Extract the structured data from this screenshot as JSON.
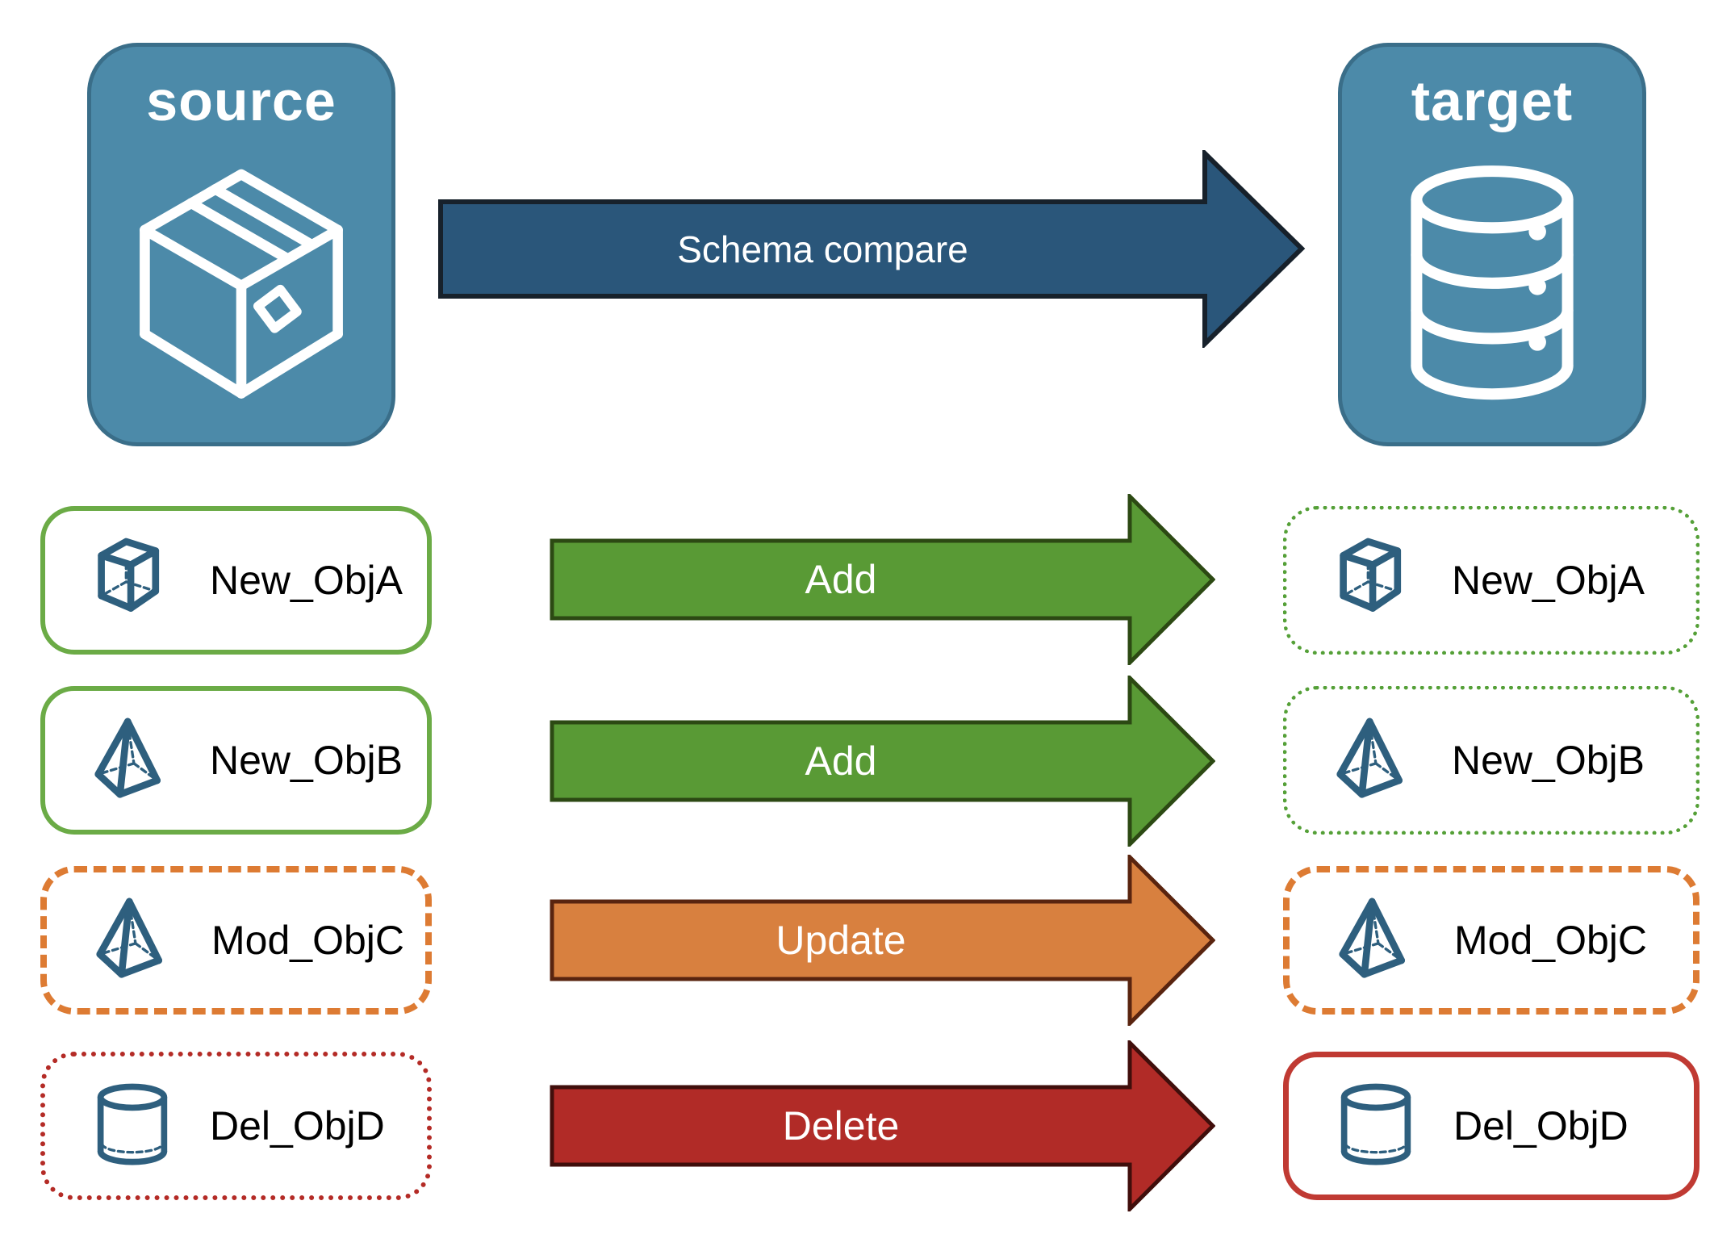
{
  "nodes": {
    "source": {
      "label": "source",
      "icon": "package-box"
    },
    "target": {
      "label": "target",
      "icon": "database"
    }
  },
  "schema_arrow": {
    "label": "Schema compare"
  },
  "rows": [
    {
      "object": "New_ObjA",
      "icon": "cube",
      "action": "Add",
      "source_border": "solid-green",
      "target_border": "dotted-green"
    },
    {
      "object": "New_ObjB",
      "icon": "pyramid",
      "action": "Add",
      "source_border": "solid-green",
      "target_border": "dotted-green"
    },
    {
      "object": "Mod_ObjC",
      "icon": "pyramid",
      "action": "Update",
      "source_border": "dashed-orange",
      "target_border": "dashed-orange"
    },
    {
      "object": "Del_ObjD",
      "icon": "cylinder",
      "action": "Delete",
      "source_border": "dotted-red",
      "target_border": "solid-red"
    }
  ],
  "colors": {
    "background": "#FFFFFF",
    "node_fill": "#4C8AA9",
    "node_border": "#3A6E89",
    "node_glyph": "#FFFFFF",
    "schema_arrow_fill": "#2A567A",
    "schema_arrow_border": "#17212B",
    "add_arrow_fill": "#599A35",
    "add_arrow_border": "#2C4913",
    "update_arrow_fill": "#D8803F",
    "update_arrow_border": "#59240F",
    "delete_arrow_fill": "#B12B27",
    "delete_arrow_border": "#400E0B",
    "green_solid_border": "#6BAB46",
    "green_dotted_border": "#55A038",
    "orange_dashed_border": "#DD7B33",
    "red_dotted_border": "#B42B26",
    "red_solid_border": "#C03A33",
    "object_icon_color": "#2E5F7E",
    "object_label_color": "#000000",
    "arrow_label_color": "#FFFFFF"
  }
}
